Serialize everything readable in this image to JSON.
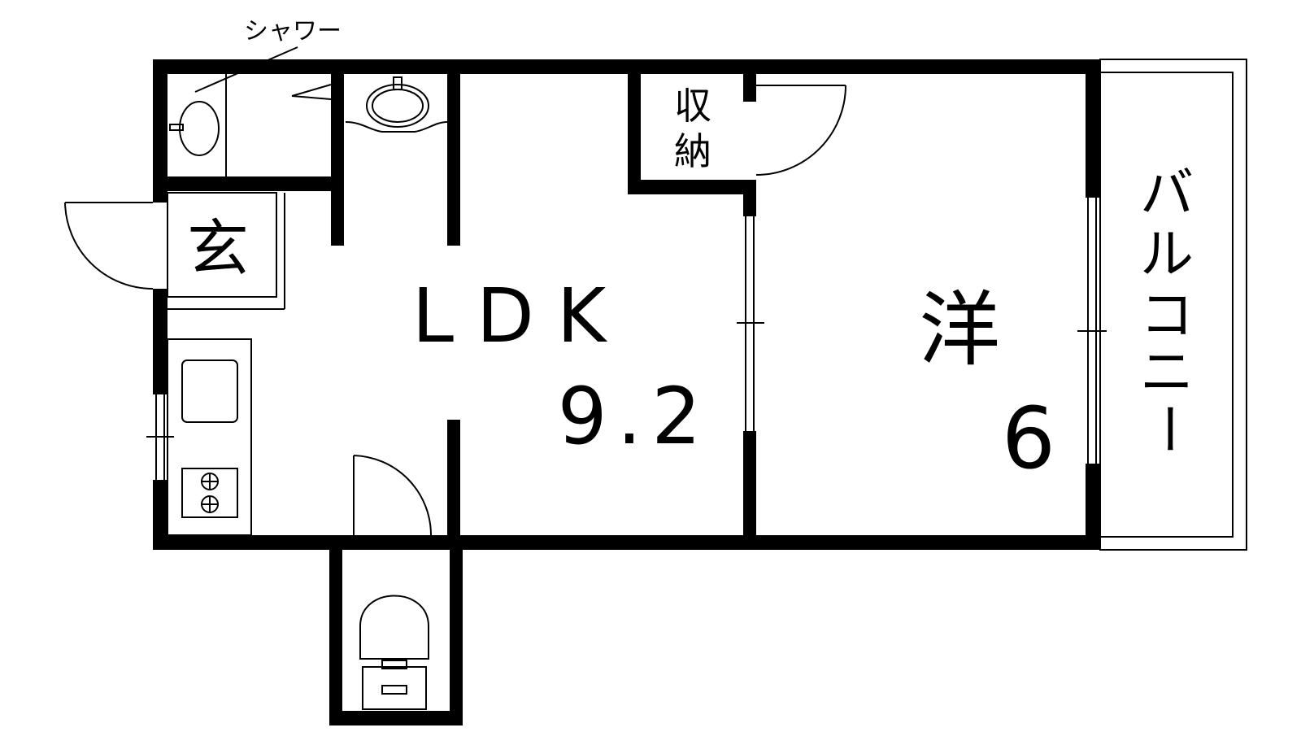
{
  "labels": {
    "shower": "シャワー",
    "storage_line1": "収",
    "storage_line2": "納",
    "entrance": "玄",
    "ldk": "LDK",
    "ldk_size": "9.2",
    "western_room": "洋",
    "western_size": "6",
    "balcony_chars": [
      "バ",
      "ル",
      "コ",
      "ニ",
      "ー"
    ]
  },
  "colors": {
    "wall": "#000000",
    "background": "#ffffff"
  }
}
